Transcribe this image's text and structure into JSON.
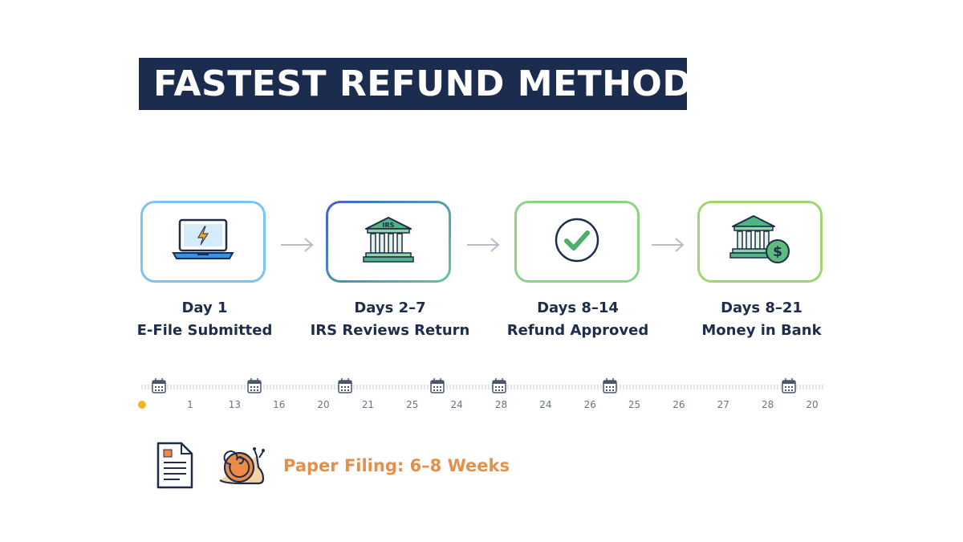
{
  "title": "FASTEST REFUND METHOD",
  "colors": {
    "banner": "#1b2c4f",
    "step1": "#7cc3ef",
    "step2_start": "#3f62c2",
    "step2_end": "#63c79a",
    "step3": "#8fd18a",
    "step4": "#9fd66d",
    "paper_text": "#e2904a",
    "arrow": "#b8bdc6"
  },
  "steps": [
    {
      "day": "Day 1",
      "label": "E-File Submitted",
      "icon": "laptop-bolt-icon"
    },
    {
      "day": "Days 2–7",
      "label": "IRS Reviews Return",
      "icon": "irs-building-icon"
    },
    {
      "day": "Days 8–14",
      "label": "Refund Approved",
      "icon": "checkmark-circle-icon"
    },
    {
      "day": "Days 8–21",
      "label": "Money in Bank",
      "icon": "bank-dollar-icon"
    }
  ],
  "timeline": {
    "ticks": [
      "1",
      "13",
      "16",
      "20",
      "21",
      "25",
      "24",
      "28",
      "24",
      "26",
      "25",
      "26",
      "27",
      "28",
      "20"
    ]
  },
  "paper": {
    "label": "Paper Filing: 6–8 Weeks",
    "icons": [
      "document-icon",
      "snail-icon"
    ]
  }
}
